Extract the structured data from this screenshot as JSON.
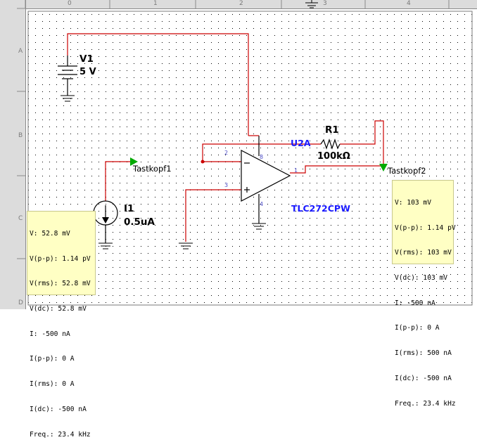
{
  "ruler": {
    "columns": [
      "0",
      "1",
      "2",
      "3",
      "4"
    ],
    "rows": [
      "A",
      "B",
      "C",
      "D"
    ]
  },
  "colors": {
    "wire": "#cc0000",
    "component": "#000000",
    "probe_marker": "#00aa00",
    "opamp_label": "#1a1aff",
    "probe_box_bg": "#ffffc4",
    "grid_dot": "#000000"
  },
  "components": {
    "v1": {
      "name": "V1",
      "value": "5 V"
    },
    "i1": {
      "name": "I1",
      "value": "0.5uA"
    },
    "r1": {
      "name": "R1",
      "value": "100kΩ"
    },
    "u2a": {
      "name": "U2A",
      "model": "TLC272CPW",
      "pins": {
        "inv": "2",
        "noninv": "3",
        "out": "1",
        "vplus": "8",
        "vminus": "4"
      }
    }
  },
  "probes": {
    "tastkopf1": {
      "name": "Tastkopf1",
      "readings": [
        "V: 52.8 mV",
        "V(p-p): 1.14 pV",
        "V(rms): 52.8 mV",
        "V(dc): 52.8 mV",
        "I: -500 nA",
        "I(p-p): 0 A",
        "I(rms): 0 A",
        "I(dc): -500 nA",
        "Freq.: 23.4 kHz"
      ]
    },
    "tastkopf2": {
      "name": "Tastkopf2",
      "readings": [
        "V: 103 mV",
        "V(p-p): 1.14 pV",
        "V(rms): 103 mV",
        "V(dc): 103 mV",
        "I: -500 nA",
        "I(p-p): 0 A",
        "I(rms): 500 nA",
        "I(dc): -500 nA",
        "Freq.: 23.4 kHz"
      ]
    }
  }
}
